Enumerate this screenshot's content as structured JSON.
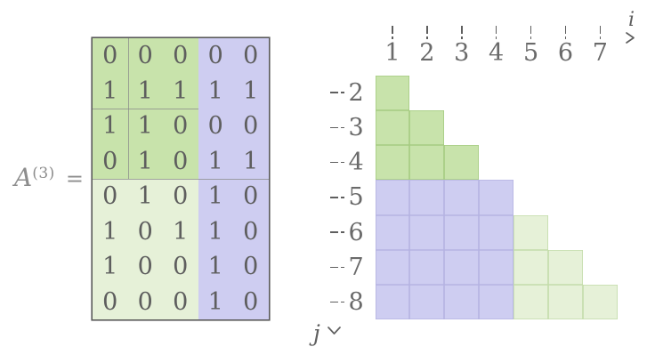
{
  "matrix": {
    "label_base": "A",
    "label_superscript": "(3)",
    "equals_sign": "=",
    "rows": [
      [
        "0",
        "0",
        "0",
        "0",
        "0"
      ],
      [
        "1",
        "1",
        "1",
        "1",
        "1"
      ],
      [
        "1",
        "1",
        "0",
        "0",
        "0"
      ],
      [
        "0",
        "1",
        "0",
        "1",
        "1"
      ],
      [
        "0",
        "1",
        "0",
        "1",
        "0"
      ],
      [
        "1",
        "0",
        "1",
        "1",
        "0"
      ],
      [
        "1",
        "0",
        "0",
        "1",
        "0"
      ],
      [
        "0",
        "0",
        "0",
        "1",
        "0"
      ]
    ],
    "regions": [
      {
        "name": "top-left",
        "row_from": 1,
        "row_to": 4,
        "col_from": 1,
        "col_to": 3,
        "color_key": "green"
      },
      {
        "name": "top-right",
        "row_from": 1,
        "row_to": 4,
        "col_from": 4,
        "col_to": 5,
        "color_key": "lavender"
      },
      {
        "name": "bottom-left",
        "row_from": 5,
        "row_to": 8,
        "col_from": 1,
        "col_to": 3,
        "color_key": "light_green"
      },
      {
        "name": "bottom-right",
        "row_from": 5,
        "row_to": 8,
        "col_from": 4,
        "col_to": 5,
        "color_key": "lavender"
      }
    ],
    "block_structure": {
      "inner_vertical_line_after_col": 1,
      "inner_vertical_line_row_span": 4,
      "inner_horizontal_line_after_row": 2,
      "inner_horizontal_line_col_span": 3,
      "major_horizontal_line_after_row": 4
    }
  },
  "staircase": {
    "i_axis": {
      "label": "i",
      "ticks": [
        "1",
        "2",
        "3",
        "4",
        "5",
        "6",
        "7"
      ]
    },
    "j_axis": {
      "label": "j",
      "ticks": [
        "2",
        "3",
        "4",
        "5",
        "6",
        "7",
        "8"
      ]
    },
    "rows": [
      {
        "j": 2,
        "spans": [
          {
            "region": "green",
            "from": 1,
            "to": 1
          }
        ]
      },
      {
        "j": 3,
        "spans": [
          {
            "region": "green",
            "from": 1,
            "to": 2
          }
        ]
      },
      {
        "j": 4,
        "spans": [
          {
            "region": "green",
            "from": 1,
            "to": 3
          }
        ]
      },
      {
        "j": 5,
        "spans": [
          {
            "region": "lavender",
            "from": 1,
            "to": 4
          }
        ]
      },
      {
        "j": 6,
        "spans": [
          {
            "region": "lavender",
            "from": 1,
            "to": 4
          },
          {
            "region": "light_green",
            "from": 5,
            "to": 5
          }
        ]
      },
      {
        "j": 7,
        "spans": [
          {
            "region": "lavender",
            "from": 1,
            "to": 4
          },
          {
            "region": "light_green",
            "from": 5,
            "to": 6
          }
        ]
      },
      {
        "j": 8,
        "spans": [
          {
            "region": "lavender",
            "from": 1,
            "to": 4
          },
          {
            "region": "light_green",
            "from": 5,
            "to": 7
          }
        ]
      }
    ]
  },
  "colors": {
    "green": "#c8e3ab",
    "green_border": "#a6cb81",
    "light_green": "#e6f1d8",
    "light_green_border": "#c4dcaa",
    "lavender": "#cecdf1",
    "lavender_border": "#b5b3e2",
    "matrix_border": "#5a5a5a",
    "inner_line": "#8a8a8a",
    "digit_color": "#5e5e5e",
    "axis_number_color": "#6a6a6a",
    "axis_letter_color": "#5f5f5f",
    "label_color": "#8d8d8d",
    "background": "#ffffff"
  }
}
